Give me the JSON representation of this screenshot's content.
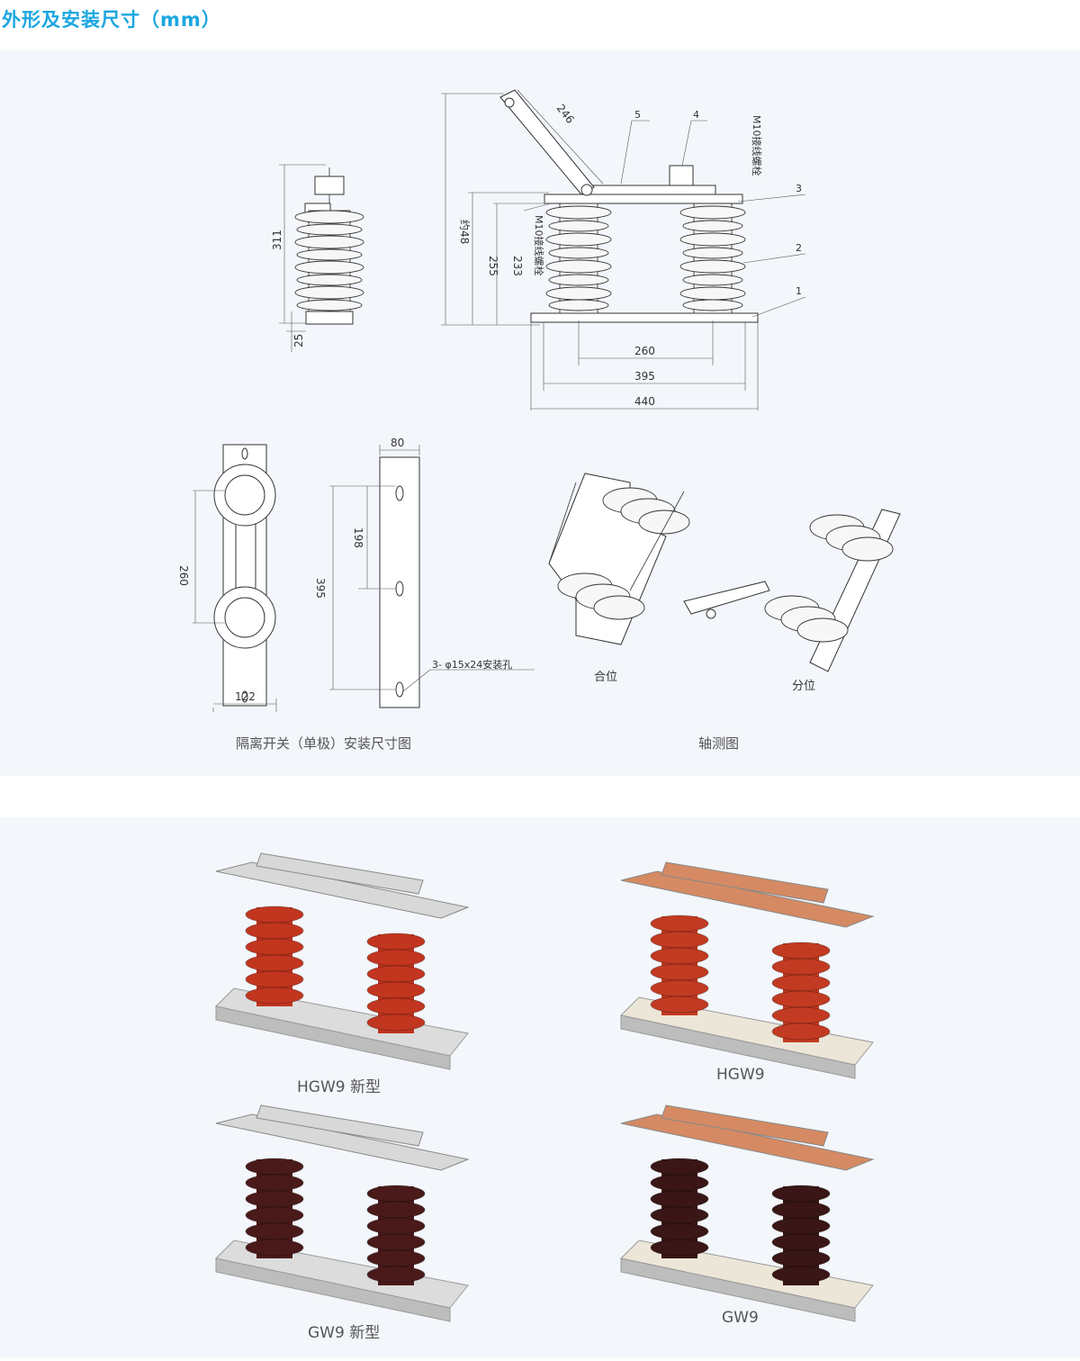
{
  "page_title": "外形及安装尺寸（mm）",
  "drawings": {
    "side_view": {
      "dims": [
        "311",
        "25"
      ]
    },
    "front_view": {
      "dims": [
        "246",
        "约48",
        "255",
        "233",
        "260",
        "395",
        "440"
      ],
      "bolt_labels": [
        "M10接线螺栓",
        "M10接线螺栓"
      ],
      "part_numbers": [
        "5",
        "4",
        "3",
        "2",
        "1"
      ]
    },
    "top_view": {
      "dims": [
        "260",
        "122"
      ]
    },
    "base_plate": {
      "dims": [
        "80",
        "198",
        "395"
      ],
      "hole_note": "3- φ15x24安装孔"
    },
    "axonometric": {
      "closed_label": "合位",
      "open_label": "分位"
    },
    "captions": {
      "install_caption": "隔离开关（单极）安装尺寸图",
      "axo_caption": "轴测图"
    }
  },
  "products": [
    {
      "name": "HGW9 新型",
      "insulator_color": "#c2351f",
      "frame_color": "#d8d8d8",
      "base_color": "#dcdcdc"
    },
    {
      "name": "HGW9",
      "insulator_color": "#c23a22",
      "frame_color": "#d58a63",
      "base_color": "#ece6d8"
    },
    {
      "name": "GW9 新型",
      "insulator_color": "#4a1a1a",
      "frame_color": "#d8d8d8",
      "base_color": "#dcdcdc"
    },
    {
      "name": "GW9",
      "insulator_color": "#3a1616",
      "frame_color": "#d58a63",
      "base_color": "#ece6d8"
    }
  ]
}
